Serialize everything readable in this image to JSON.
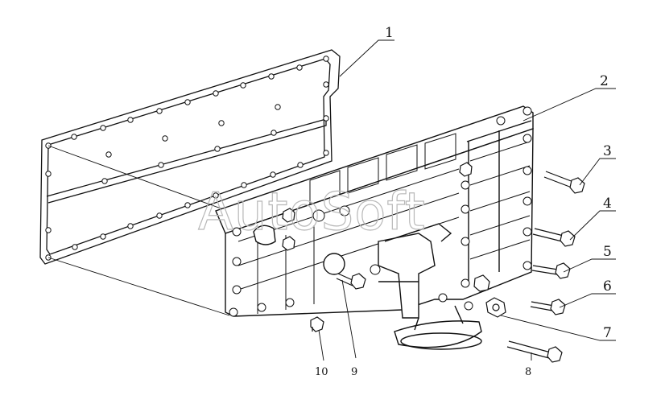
{
  "diagram": {
    "watermark": "AutoSoft",
    "callouts": [
      "1",
      "2",
      "3",
      "4",
      "5",
      "6",
      "7",
      "8",
      "9",
      "10"
    ],
    "colors": {
      "line": "#111111",
      "background": "#ffffff",
      "watermark": "#b8b8b8"
    }
  }
}
